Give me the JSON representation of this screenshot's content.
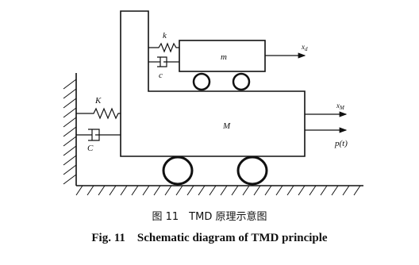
{
  "diagram": {
    "labels": {
      "small_mass": "m",
      "large_mass": "M",
      "small_spring": "k",
      "small_damper": "c",
      "large_spring": "K",
      "large_damper": "C",
      "small_disp": "x",
      "small_disp_sub": "d",
      "large_disp": "x",
      "large_disp_sub": "M",
      "force": "p(t)"
    }
  },
  "caption": {
    "chinese": "图 11　TMD 原理示意图",
    "english": "Fig. 11　Schematic diagram of TMD principle"
  }
}
